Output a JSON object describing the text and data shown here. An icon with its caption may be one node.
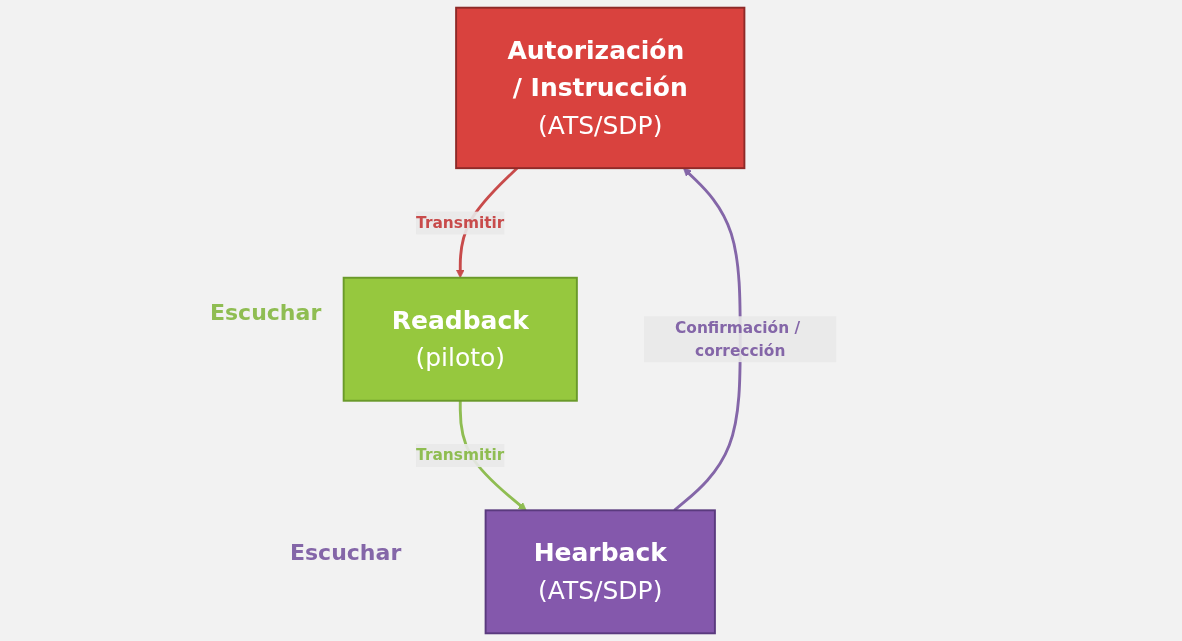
{
  "diagram": {
    "nodes": [
      {
        "text": [
          "Autorización / Instrucción",
          "(ATS/SDP)"
        ]
      },
      {
        "text": [
          "Readback",
          "(piloto)"
        ]
      },
      {
        "text": [
          "Hearback",
          "(ATS/SDP)"
        ]
      }
    ],
    "edges": [
      {
        "from": 0,
        "to": 1,
        "arrow": "to",
        "label": "Transmitir",
        "color": "#c84b4b"
      },
      {
        "from": 1,
        "to": 2,
        "arrow": "to",
        "label": "Transmitir",
        "color": "#8fbd52"
      },
      {
        "from": 2,
        "to": 0,
        "arrow": "to",
        "label": "Confirmación / corrección",
        "color": "#8466a8"
      }
    ],
    "labels": [
      "Escuchar",
      "Escuchar"
    ]
  }
}
